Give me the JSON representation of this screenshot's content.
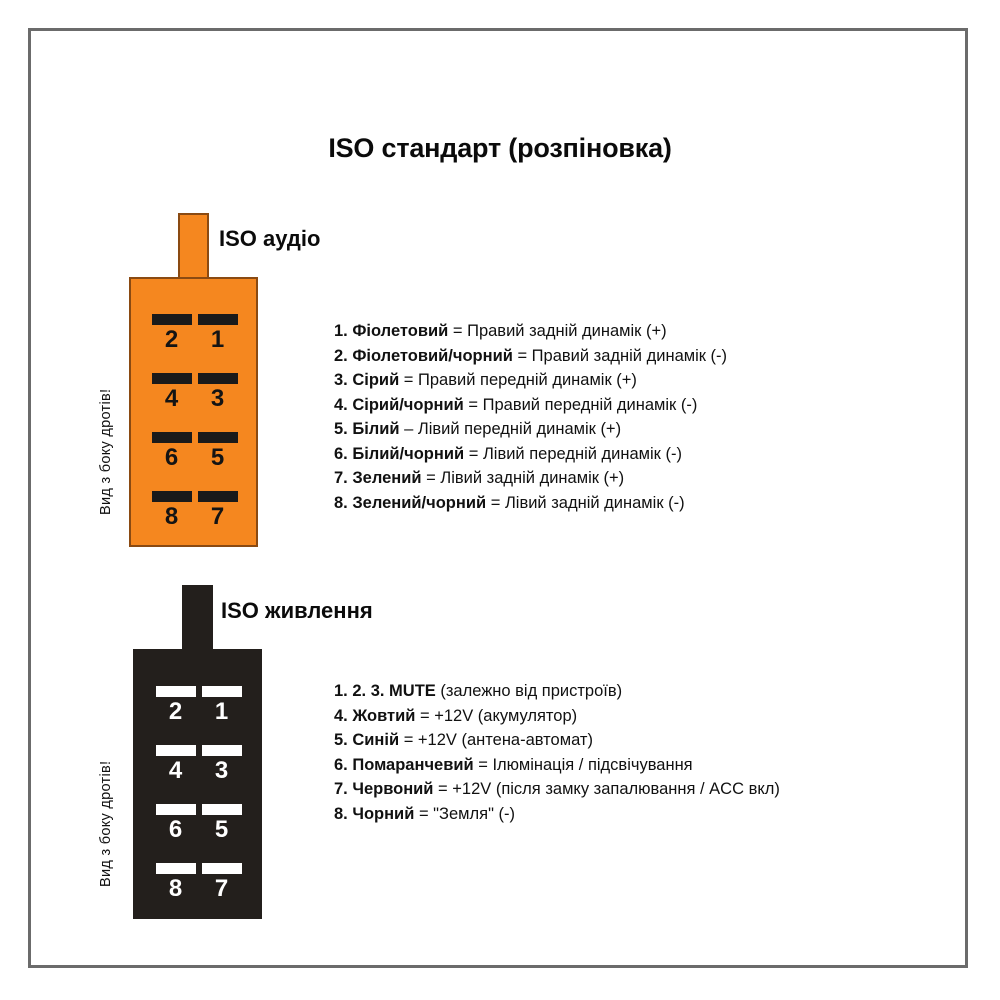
{
  "title": "ISO стандарт (розпіновка)",
  "side_note": "Вид з боку дротів!",
  "pin_numbers": {
    "row1_left": "2",
    "row1_right": "1",
    "row2_left": "4",
    "row2_right": "3",
    "row3_left": "6",
    "row3_right": "5",
    "row4_left": "8",
    "row4_right": "7"
  },
  "colors": {
    "audio_connector": "#f5871f",
    "audio_connector_border": "#8a4a12",
    "audio_pin_slot": "#1a1a1a",
    "power_connector": "#231f1c",
    "power_pin_slot": "#ffffff",
    "page_border": "#6b6b6b",
    "text": "#111111",
    "background": "#ffffff"
  },
  "audio": {
    "heading": "ISO аудіо",
    "side_note": "Вид з боку дротів!",
    "legend": [
      {
        "key": "1. Фіолетовий",
        "val": " = Правий задній динамік (+)"
      },
      {
        "key": "2. Фіолетовий/чорний",
        "val": " = Правий задній динамік (-)"
      },
      {
        "key": "3. Сірий",
        "val": " = Правий передній динамік (+)"
      },
      {
        "key": "4. Сірий/чорний",
        "val": " = Правий передній динамік (-)"
      },
      {
        "key": "5. Білий",
        "val": " – Лівий передній динамік (+)"
      },
      {
        "key": "6. Білий/чорний",
        "val": " = Лівий передній динамік (-)"
      },
      {
        "key": "7. Зелений",
        "val": " = Лівий задній динамік (+)"
      },
      {
        "key": "8. Зелений/чорний",
        "val": " = Лівий задній динамік (-)"
      }
    ]
  },
  "power": {
    "heading": "ISO живлення",
    "side_note": "Вид з боку дротів!",
    "legend": [
      {
        "key": "1. 2. 3. MUTE",
        "val": " (залежно від пристроїв)"
      },
      {
        "key": "4. Жовтий",
        "val": " = +12V (акумулятор)"
      },
      {
        "key": "5. Синій",
        "val": " = +12V (антена-автомат)"
      },
      {
        "key": "6. Помаранчевий",
        "val": " = Ілюмінація / підсвічування"
      },
      {
        "key": "7. Червоний",
        "val": " = +12V (після замку запалювання / ACC вкл)"
      },
      {
        "key": "8. Чорний",
        "val": " = \"Земля\" (-)"
      }
    ]
  }
}
